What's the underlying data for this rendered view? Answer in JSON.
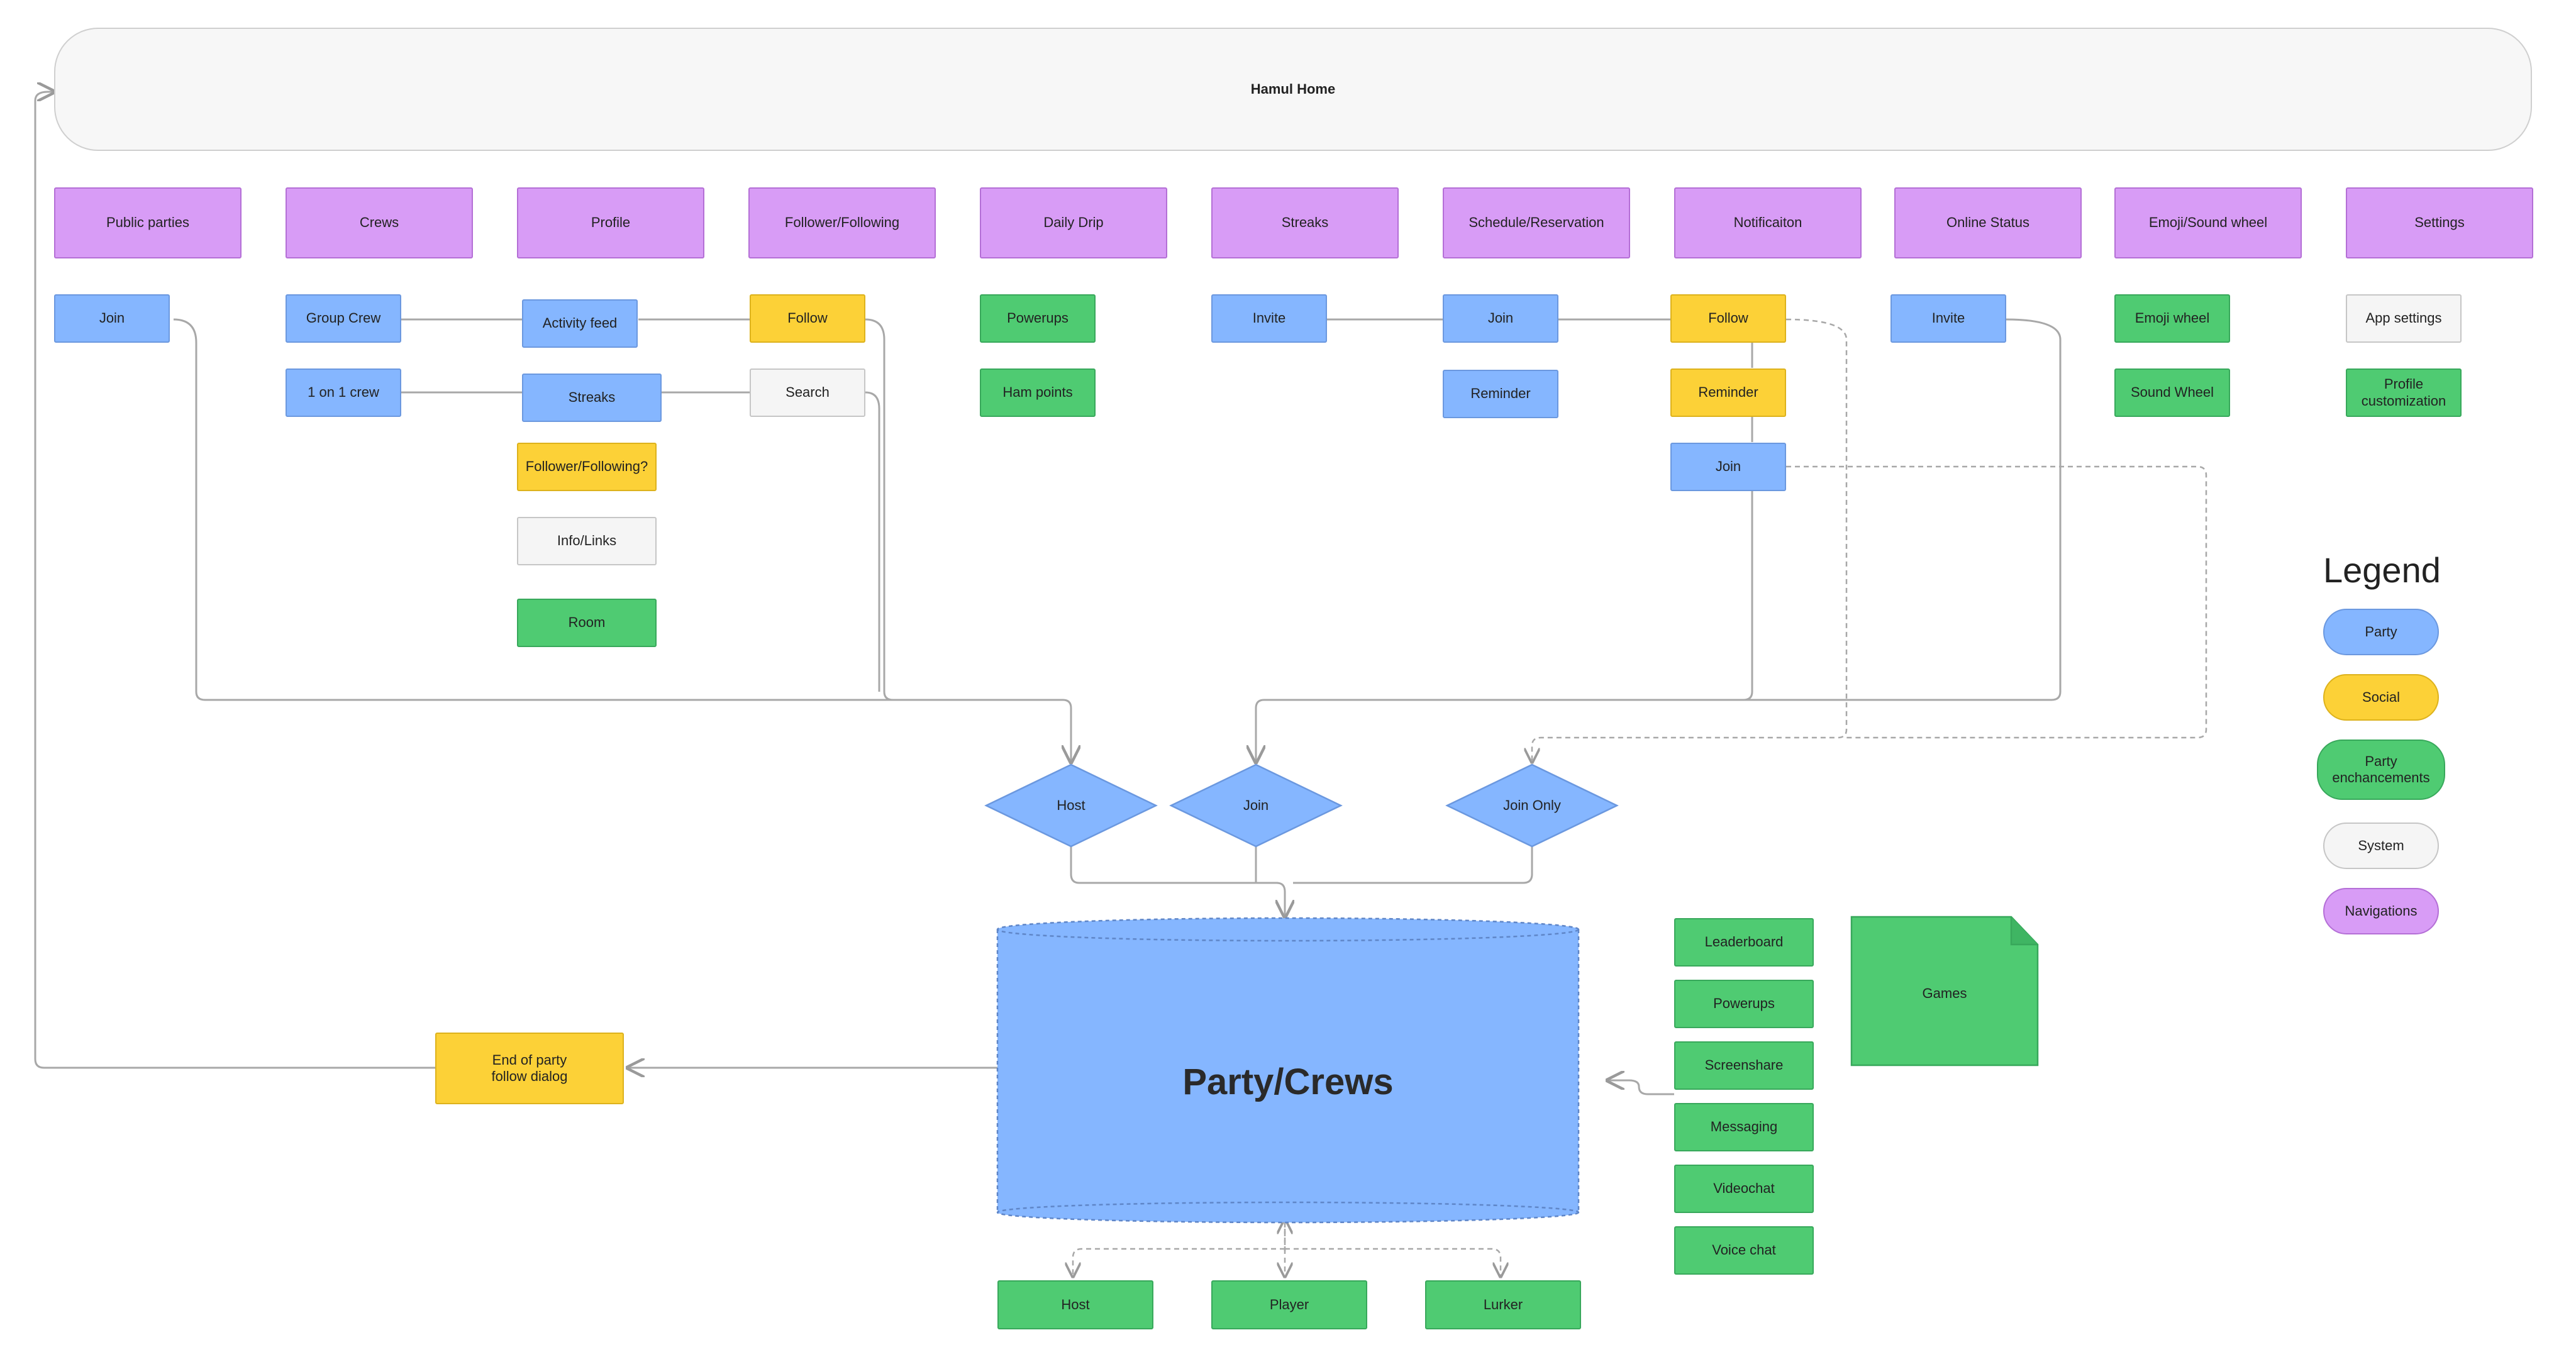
{
  "home": {
    "title": "Hamul Home"
  },
  "nav": {
    "public_parties": "Public parties",
    "crews": "Crews",
    "profile": "Profile",
    "follower_following": "Follower/Following",
    "daily_drip": "Daily Drip",
    "streaks": "Streaks",
    "schedule": "Schedule/Reservation",
    "notification": "Notificaiton",
    "online_status": "Online Status",
    "emoji_sound": "Emoji/Sound wheel",
    "settings": "Settings"
  },
  "sub": {
    "public_join": "Join",
    "group_crew": "Group Crew",
    "one_on_one": "1 on 1 crew",
    "activity_feed": "Activity feed",
    "profile_streaks": "Streaks",
    "follower_following_q": "Follower/Following?",
    "info_links": "Info/Links",
    "room": "Room",
    "follow": "Follow",
    "search": "Search",
    "powerups": "Powerups",
    "ham_points": "Ham points",
    "invite": "Invite",
    "schedule_join": "Join",
    "schedule_reminder": "Reminder",
    "notif_follow": "Follow",
    "notif_reminder": "Reminder",
    "notif_join": "Join",
    "online_invite": "Invite",
    "emoji_wheel": "Emoji wheel",
    "sound_wheel": "Sound Wheel",
    "app_settings": "App settings",
    "profile_customization": "Profile\ncustomization"
  },
  "decisions": {
    "host": "Host",
    "join": "Join",
    "join_only": "Join Only"
  },
  "core": {
    "title": "Party/Crews"
  },
  "end_dialog": "End of party\nfollow dialog",
  "roles": {
    "host": "Host",
    "player": "Player",
    "lurker": "Lurker"
  },
  "features": {
    "leaderboard": "Leaderboard",
    "powerups": "Powerups",
    "screenshare": "Screenshare",
    "messaging": "Messaging",
    "videochat": "Videochat",
    "voice_chat": "Voice chat"
  },
  "games": "Games",
  "legend": {
    "title": "Legend",
    "party": "Party",
    "social": "Social",
    "enhancements": "Party\nenchancements",
    "system": "System",
    "navigations": "Navigations"
  },
  "colors": {
    "party": "#85b6ff",
    "social": "#fcd137",
    "enhancements": "#4fcb72",
    "system": "#f5f5f5",
    "navigations": "#d89cf6"
  }
}
